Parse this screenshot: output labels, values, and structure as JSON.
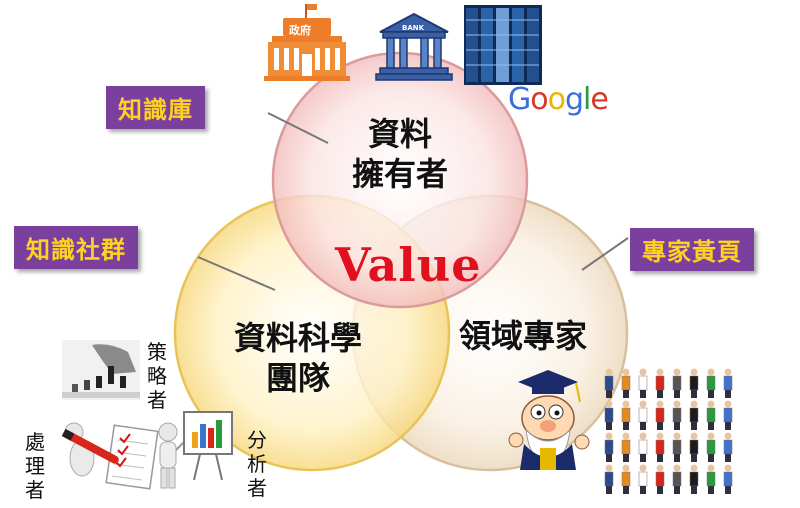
{
  "labels": {
    "knowledge_base": "知識庫",
    "knowledge_community": "知識社群",
    "expert_directory": "專家黃頁"
  },
  "circles": {
    "data_owner_line1": "資料",
    "data_owner_line2": "擁有者",
    "data_science_line1": "資料科學",
    "data_science_line2": "團隊",
    "domain_expert": "領域專家"
  },
  "center": {
    "value": "Value"
  },
  "icons": {
    "government_sign": "政府",
    "bank_sign": "BANK",
    "google_letters": [
      "G",
      "o",
      "o",
      "g",
      "l",
      "e"
    ],
    "google_colors": [
      "#3b6fd8",
      "#d8372a",
      "#f0b400",
      "#3b6fd8",
      "#2a9a3c",
      "#d8372a"
    ]
  },
  "roles": {
    "strategist": "策略者",
    "processor": "處理者",
    "analyst": "分析者"
  },
  "colors": {
    "label_bg": "#7b3f9e",
    "label_text": "#ffd21f",
    "value_text": "#e0101e"
  }
}
